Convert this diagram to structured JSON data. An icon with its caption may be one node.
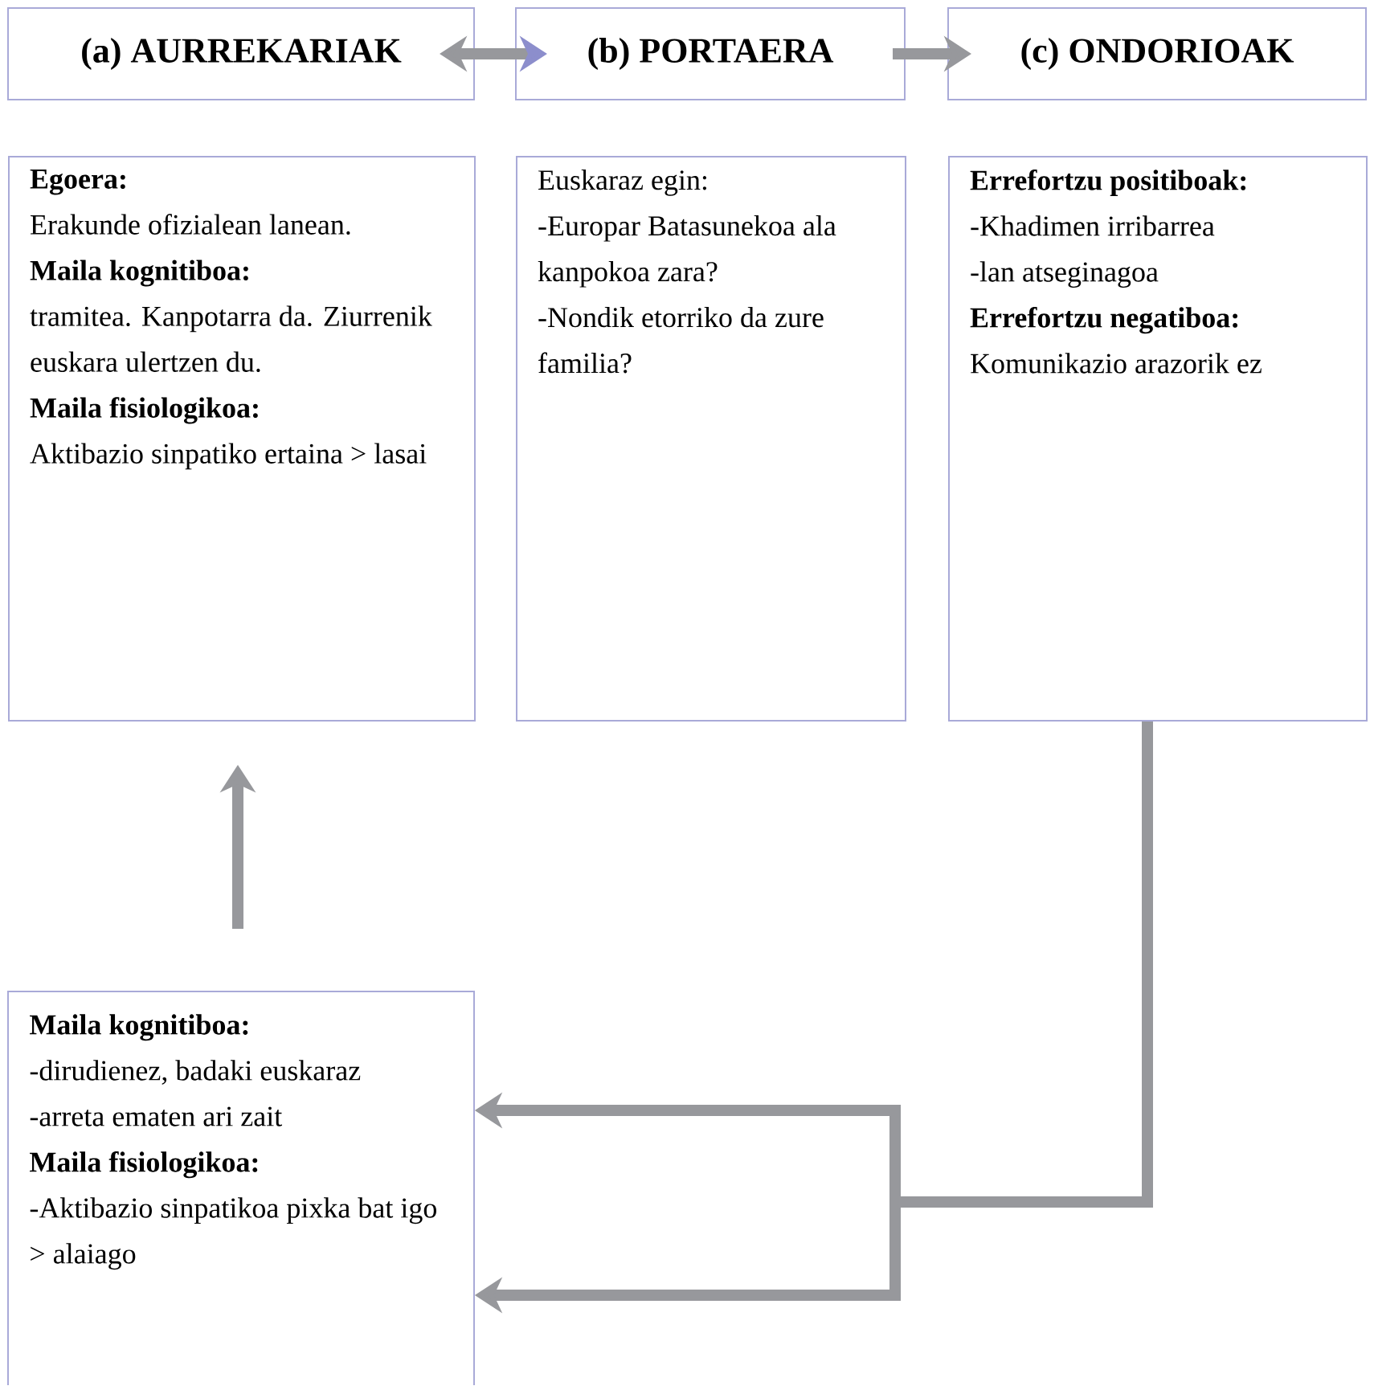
{
  "diagram": {
    "nodes": [
      {
        "text": [
          "(a) AURREKARIAK"
        ]
      },
      {
        "text": [
          "(b) PORTAERA"
        ]
      },
      {
        "text": [
          "(c) ONDORIOAK"
        ]
      },
      {
        "text": [
          "Egoera:",
          "Erakunde ofizialean lanean.",
          "Maila kognitiboa:",
          "tramitea. Kanpotarra da. Ziurrenik euskara ulertzen du.",
          "Maila fisiologikoa:",
          "Aktibazio sinpatiko ertaina > lasai"
        ]
      },
      {
        "text": [
          "Euskaraz egin:",
          "-Europar Batasunekoa ala kanpokoa zara?",
          "-Nondik etorriko da zure familia?"
        ]
      },
      {
        "text": [
          "Errefortzu positiboak:",
          "-Khadimen irribarrea",
          "-lan atseginagoa",
          "Errefortzu negatiboa:",
          "Komunikazio arazorik ez"
        ]
      },
      {
        "text": [
          "Maila kognitiboa:",
          "-dirudienez, badaki euskaraz",
          "-arreta ematen ari zait",
          "Maila fisiologikoa:",
          "-Aktibazio sinpatikoa pixka bat igo > alaiago"
        ]
      }
    ],
    "edges": [
      {
        "from": 0,
        "to": 1,
        "arrow": "both"
      },
      {
        "from": 1,
        "to": 2,
        "arrow": "to"
      },
      {
        "from": 5,
        "to": 6,
        "arrow": "to"
      },
      {
        "from": 5,
        "to": 6,
        "arrow": "to"
      },
      {
        "from": 6,
        "to": 3,
        "arrow": "to"
      }
    ]
  }
}
